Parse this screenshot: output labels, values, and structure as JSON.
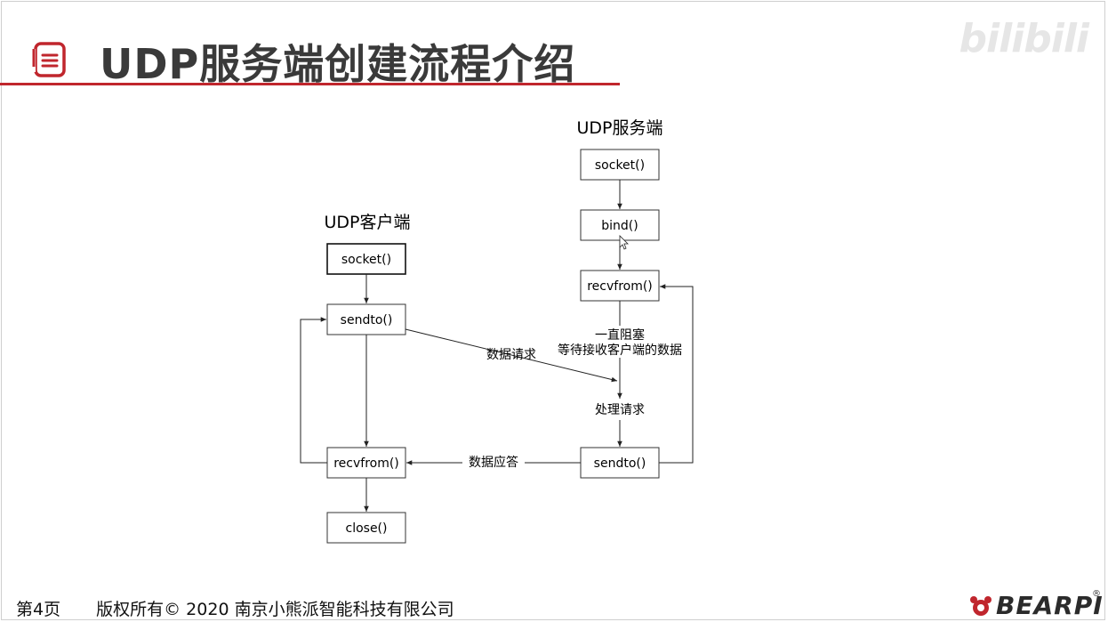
{
  "slide": {
    "title": "UDP服务端创建流程介绍",
    "accent_color": "#c0262d",
    "icon": "document-list-icon"
  },
  "watermark": {
    "brand": "bilibili"
  },
  "diagram": {
    "server": {
      "heading": "UDP服务端",
      "steps": {
        "socket": "socket()",
        "bind": "bind()",
        "recvfrom": "recvfrom()",
        "sendto": "sendto()"
      },
      "wait_note_line1": "一直阻塞",
      "wait_note_line2": "等待接收客户端的数据",
      "process_note": "处理请求"
    },
    "client": {
      "heading": "UDP客户端",
      "steps": {
        "socket": "socket()",
        "sendto": "sendto()",
        "recvfrom": "recvfrom()",
        "close": "close()"
      }
    },
    "messages": {
      "request": "数据请求",
      "response": "数据应答"
    }
  },
  "footer": {
    "page": "第4页",
    "copyright": "版权所有© 2020 南京小熊派智能科技有限公司",
    "logo": "BEARPI",
    "logo_mark": "®"
  }
}
